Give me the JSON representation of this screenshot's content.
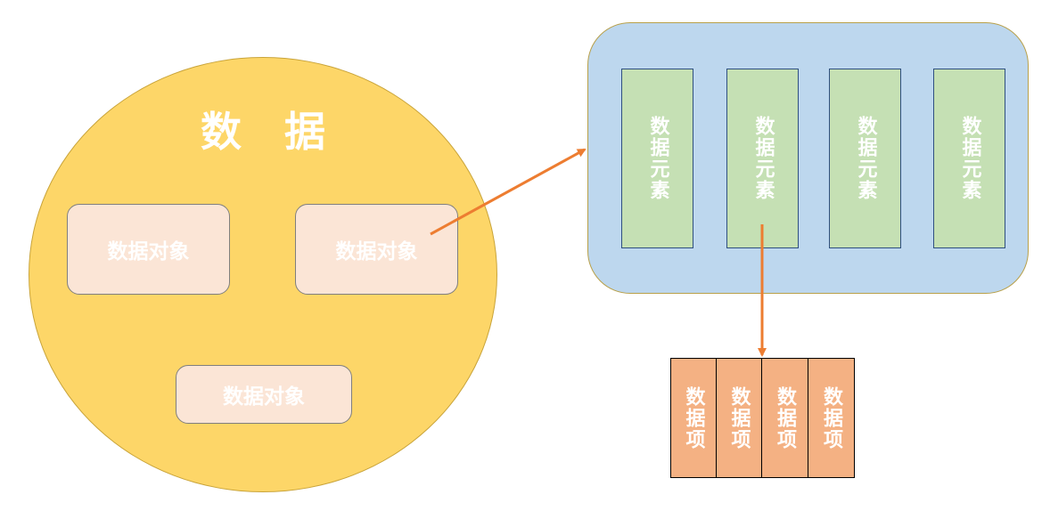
{
  "diagram": {
    "circle_title": "数 据",
    "data_objects": [
      {
        "label": "数据对象"
      },
      {
        "label": "数据对象"
      },
      {
        "label": "数据对象"
      }
    ],
    "data_elements": [
      {
        "label": "数据元素"
      },
      {
        "label": "数据元素"
      },
      {
        "label": "数据元素"
      },
      {
        "label": "数据元素"
      }
    ],
    "data_items": [
      {
        "label": "数据项"
      },
      {
        "label": "数据项"
      },
      {
        "label": "数据项"
      },
      {
        "label": "数据项"
      }
    ],
    "colors": {
      "circle_fill": "#fdd668",
      "object_fill": "#fbe5d6",
      "container_fill": "#bdd7ee",
      "element_fill": "#c5e0b4",
      "item_fill": "#f4b183",
      "arrow": "#ed7d31",
      "text": "#ffffff"
    }
  }
}
